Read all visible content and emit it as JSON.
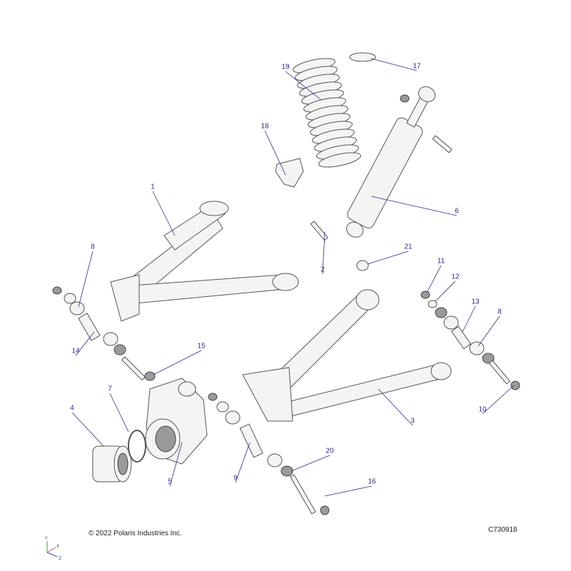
{
  "callouts": [
    {
      "id": "1",
      "label": "1"
    },
    {
      "id": "2",
      "label": "2"
    },
    {
      "id": "3",
      "label": "3"
    },
    {
      "id": "4",
      "label": "4"
    },
    {
      "id": "5",
      "label": "5"
    },
    {
      "id": "6",
      "label": "6"
    },
    {
      "id": "7",
      "label": "7"
    },
    {
      "id": "8a",
      "label": "8"
    },
    {
      "id": "8b",
      "label": "8"
    },
    {
      "id": "9",
      "label": "9"
    },
    {
      "id": "10",
      "label": "10"
    },
    {
      "id": "11",
      "label": "11"
    },
    {
      "id": "12",
      "label": "12"
    },
    {
      "id": "13",
      "label": "13"
    },
    {
      "id": "14",
      "label": "14"
    },
    {
      "id": "15",
      "label": "15"
    },
    {
      "id": "16",
      "label": "16"
    },
    {
      "id": "17",
      "label": "17"
    },
    {
      "id": "18",
      "label": "18"
    },
    {
      "id": "19",
      "label": "19"
    },
    {
      "id": "20",
      "label": "20"
    },
    {
      "id": "21",
      "label": "21"
    }
  ],
  "copyright": "© 2022 Polaris Industries Inc.",
  "drawing_number": "C730918",
  "axes": {
    "x": "X",
    "y": "Y",
    "z": "Z"
  },
  "colors": {
    "callout": "#2b2b8f"
  }
}
